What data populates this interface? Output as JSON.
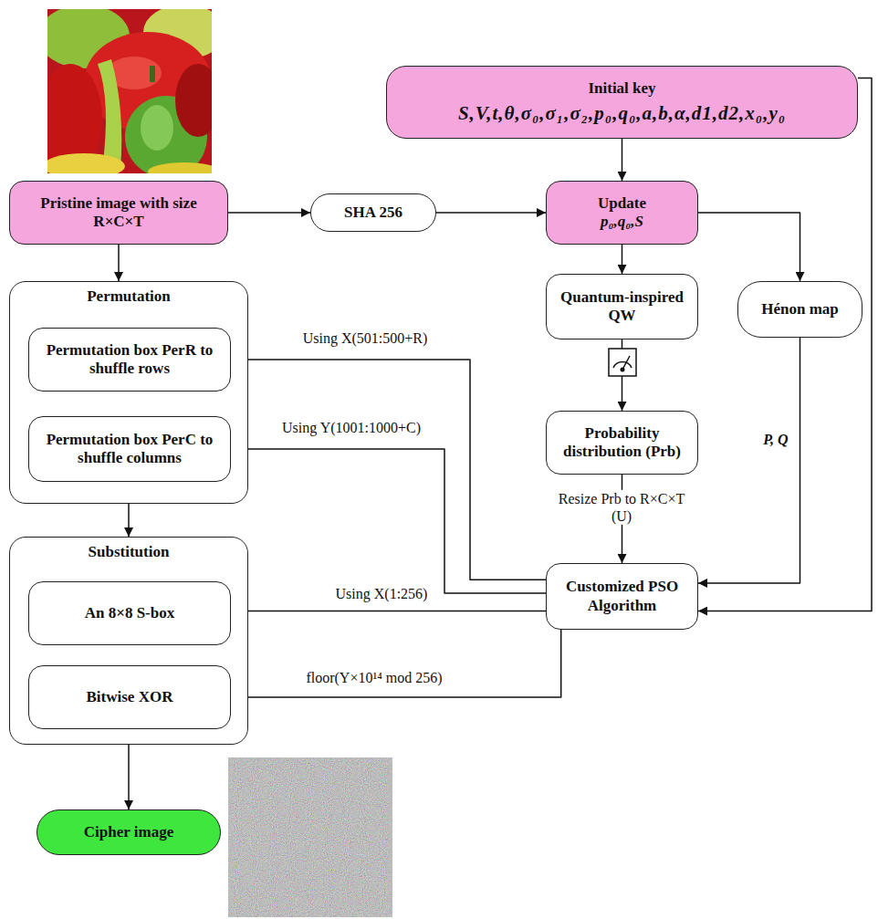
{
  "diagram": {
    "nodes": [
      {
        "text": [
          "Initial key",
          "S,V,t,θ,σ₀,σ₁,σ₂,p₀,q₀,a,b,α,d1,d2,x₀,y₀"
        ]
      },
      {
        "text": [
          "Pristine image with size R×C×T"
        ]
      },
      {
        "text": [
          "SHA 256"
        ]
      },
      {
        "text": [
          "Update",
          "p₀,q₀,S"
        ]
      },
      {
        "text": [
          "Permutation"
        ]
      },
      {
        "text": [
          "Permutation box PerR to shuffle rows"
        ],
        "in": 4
      },
      {
        "text": [
          "Permutation box PerC to shuffle columns"
        ],
        "in": 4
      },
      {
        "text": [
          "Quantum-inspired QW"
        ]
      },
      {
        "text": [
          "Hénon map"
        ]
      },
      {
        "text": [
          "Probability distribution (Prb)"
        ]
      },
      {
        "text": [
          "Customized PSO Algorithm"
        ]
      },
      {
        "text": [
          "Substitution"
        ]
      },
      {
        "text": [
          "An 8×8 S-box"
        ],
        "in": 11
      },
      {
        "text": [
          "Bitwise XOR"
        ],
        "in": 11
      },
      {
        "text": [
          "Cipher image"
        ]
      }
    ],
    "edges": [
      {
        "from": 0,
        "to": 3,
        "arrow": "to"
      },
      {
        "from": 1,
        "to": 2,
        "arrow": "to"
      },
      {
        "from": 2,
        "to": 3,
        "arrow": "to"
      },
      {
        "from": 1,
        "to": 4,
        "arrow": "to"
      },
      {
        "from": 3,
        "to": 7,
        "arrow": "to"
      },
      {
        "from": 3,
        "to": 8,
        "arrow": "to"
      },
      {
        "from": 7,
        "to": 9,
        "arrow": "to"
      },
      {
        "from": 9,
        "to": 10,
        "arrow": "to",
        "label": "Resize Prb to R×C×T (U)"
      },
      {
        "from": 8,
        "to": 10,
        "arrow": "to",
        "label": "P, Q"
      },
      {
        "from": 0,
        "to": 10,
        "arrow": "to"
      },
      {
        "from": 10,
        "to": 5,
        "arrow": "to",
        "label": "Using X(501:500+R)"
      },
      {
        "from": 10,
        "to": 6,
        "arrow": "to",
        "label": "Using Y(1001:1000+C)"
      },
      {
        "from": 10,
        "to": 12,
        "arrow": "to",
        "label": "Using X(1:256)"
      },
      {
        "from": 10,
        "to": 13,
        "arrow": "to",
        "label": "floor(Y×10¹⁴ mod 256)"
      },
      {
        "from": 4,
        "to": 11,
        "arrow": "to"
      },
      {
        "from": 11,
        "to": 14,
        "arrow": "to"
      }
    ]
  }
}
